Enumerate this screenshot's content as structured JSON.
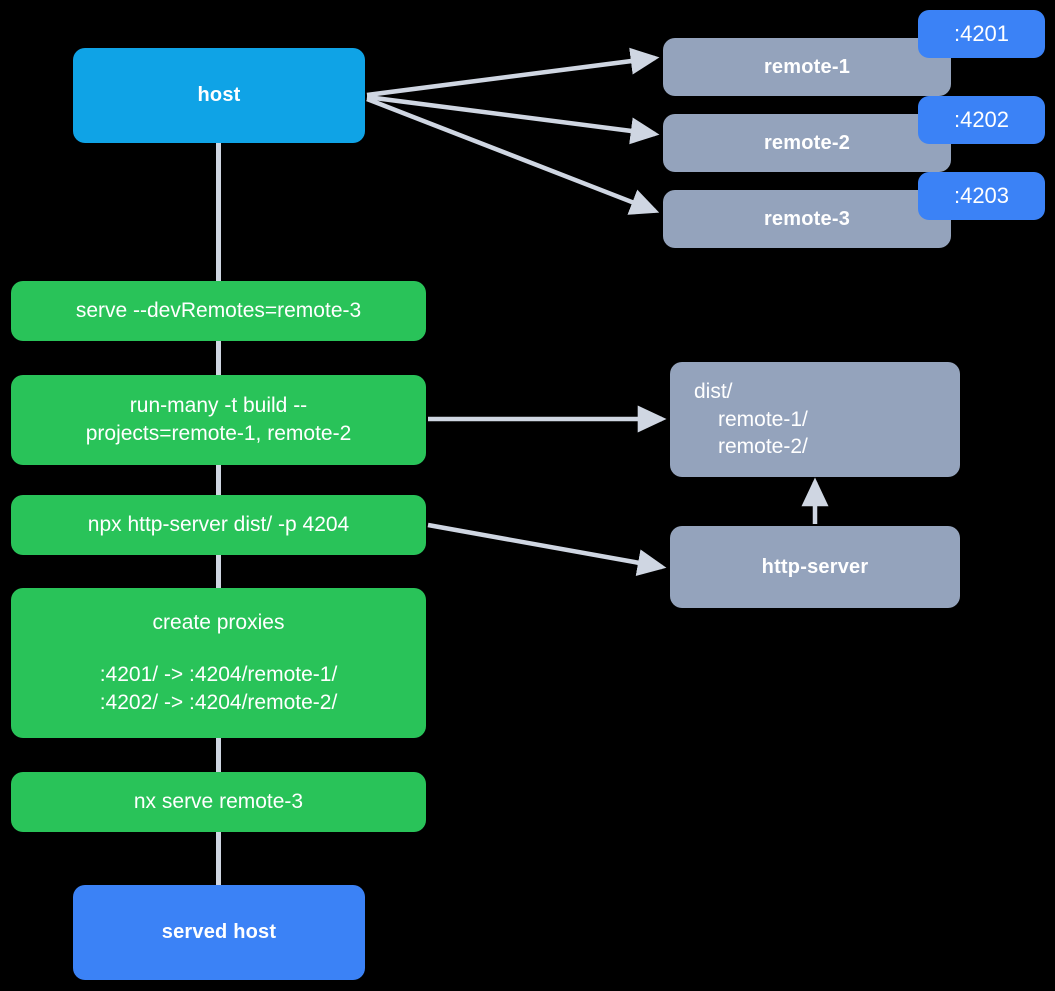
{
  "diagram": {
    "title": "Nx module federation host and remotes serve flow",
    "background_color": "#000000",
    "colors": {
      "host": "#0fa3e6",
      "served_host": "#3b82f6",
      "command": "#29c359",
      "gray_node": "#94a3bc",
      "port_badge": "#3b82f6",
      "edge": "#cfd6e2",
      "text": "#ffffff"
    }
  },
  "nodes": {
    "host": {
      "label": "host"
    },
    "served_host": {
      "label": "served host"
    },
    "remote_1": {
      "label": "remote-1",
      "port": ":4201"
    },
    "remote_2": {
      "label": "remote-2",
      "port": ":4202"
    },
    "remote_3": {
      "label": "remote-3",
      "port": ":4203"
    },
    "dist": {
      "line_1": "dist/",
      "line_2": "remote-1/",
      "line_3": "remote-2/"
    },
    "http_server": {
      "label": "http-server"
    }
  },
  "commands": {
    "serve": {
      "label": "serve --devRemotes=remote-3"
    },
    "run_many": {
      "line_1": "run-many -t build --",
      "line_2": "projects=remote-1, remote-2"
    },
    "http_server": {
      "label": "npx http-server dist/ -p 4204"
    },
    "create_proxies": {
      "title": "create proxies",
      "mapping_1": ":4201/ -> :4204/remote-1/",
      "mapping_2": ":4202/ -> :4204/remote-2/"
    },
    "nx_serve": {
      "label": "nx serve remote-3"
    }
  },
  "edges": [
    {
      "from": "host",
      "to": "remote-1",
      "kind": "arrow"
    },
    {
      "from": "host",
      "to": "remote-2",
      "kind": "arrow"
    },
    {
      "from": "host",
      "to": "remote-3",
      "kind": "arrow"
    },
    {
      "from": "run-many",
      "to": "dist",
      "kind": "arrow"
    },
    {
      "from": "npx-http-server",
      "to": "http-server",
      "kind": "arrow"
    },
    {
      "from": "http-server",
      "to": "dist",
      "kind": "arrow"
    },
    {
      "from": "host",
      "to": "served-host",
      "kind": "line"
    }
  ]
}
